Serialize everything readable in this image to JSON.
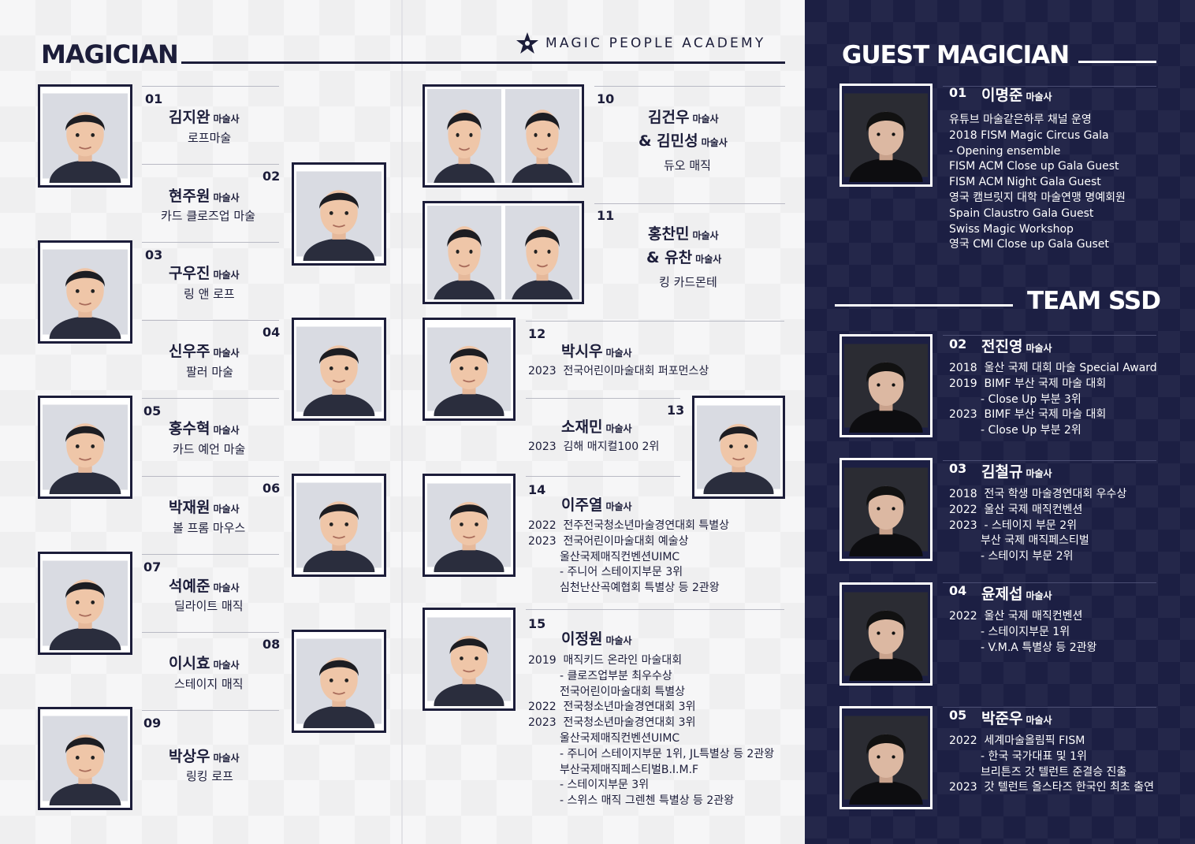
{
  "page": {
    "title": "MAGICIAN",
    "academy": "MAGIC PEOPLE ACADEMY",
    "suffix": "마술사"
  },
  "left": [
    {
      "num": "01",
      "name": "김지완",
      "act": "로프마술"
    },
    {
      "num": "02",
      "name": "현주원",
      "act": "카드 클로즈업 마술"
    },
    {
      "num": "03",
      "name": "구우진",
      "act": "링 앤 로프"
    },
    {
      "num": "04",
      "name": "신우주",
      "act": "팔러 마술"
    },
    {
      "num": "05",
      "name": "홍수혁",
      "act": "카드 예언 마술"
    },
    {
      "num": "06",
      "name": "박재원",
      "act": "볼 프롬 마우스"
    },
    {
      "num": "07",
      "name": "석예준",
      "act": "딜라이트 매직"
    },
    {
      "num": "08",
      "name": "이시효",
      "act": "스테이지 매직"
    },
    {
      "num": "09",
      "name": "박상우",
      "act": "링킹 로프"
    }
  ],
  "middle": {
    "m10": {
      "num": "10",
      "name1": "김건우",
      "name2": "& 김민성",
      "act": "듀오 매직"
    },
    "m11": {
      "num": "11",
      "name1": "홍찬민",
      "name2": "& 유찬",
      "act": "킹 카드몬테"
    },
    "m12": {
      "num": "12",
      "name": "박시우",
      "awards": "2023  전국어린이마술대회 퍼포먼스상"
    },
    "m13": {
      "num": "13",
      "name": "소재민",
      "awards": "2023  김해 매지컬100 2위"
    },
    "m14": {
      "num": "14",
      "name": "이주열",
      "awards": "2022  전주전국청소년마술경연대회 특별상\n2023  전국어린이마술대회 예술상\n         울산국제매직컨벤션UIMC\n         - 주니어 스테이지부문 3위\n         심천난산곡예협회 특별상 등 2관왕"
    },
    "m15": {
      "num": "15",
      "name": "이정원",
      "awards": "2019  매직키드 온라인 마술대회\n         - 클로즈업부분 최우수상\n         전국어린이마술대회 특별상\n2022  전국청소년마술경연대회 3위\n2023  전국청소년마술경연대회 3위\n         울산국제매직컨벤션UIMC\n         - 주니어 스테이지부문 1위, JL특별상 등 2관왕\n         부산국제매직페스티벌B.I.M.F\n         - 스테이지부문 3위\n         - 스위스 매직 그렌첸 특별상 등 2관왕"
    }
  },
  "guest": {
    "title": "GUEST MAGICIAN",
    "num": "01",
    "name": "이명준",
    "awards": "유튜브 마술같은하루 채널 운영\n2018 FISM Magic Circus Gala\n- Opening ensemble\nFISM ACM Close up Gala Guest\nFISM ACM Night Gala Guest\n영국 캠브릿지 대학 마술연맹 명예회원\nSpain Claustro Gala Guest\nSwiss Magic Workshop\n영국 CMI Close up Gala Guset"
  },
  "team": {
    "title": "TEAM SSD",
    "members": [
      {
        "num": "02",
        "name": "전진영",
        "awards": "2018  울산 국제 대회 마술 Special Award\n2019  BIMF 부산 국제 마술 대회\n         - Close Up 부분 3위\n2023  BIMF 부산 국제 마술 대회\n         - Close Up 부분 2위"
      },
      {
        "num": "03",
        "name": "김철규",
        "awards": "2018  전국 학생 마술경연대회 우수상\n2022  울산 국제 매직컨벤션\n2023  - 스테이지 부문 2위\n         부산 국제 매직페스티벌\n         - 스테이지 부문 2위"
      },
      {
        "num": "04",
        "name": "윤제섭",
        "awards": "2022  울산 국제 매직컨벤션\n         - 스테이지부문 1위\n         - V.M.A 특별상 등 2관왕"
      },
      {
        "num": "05",
        "name": "박준우",
        "awards": "2022  세계마술올림픽 FISM\n         - 한국 국가대표 및 1위\n         브리튼즈 갓 텔런트 준결승 진출\n2023  갓 텔런트 올스타즈 한국인 최초 출연"
      }
    ]
  }
}
